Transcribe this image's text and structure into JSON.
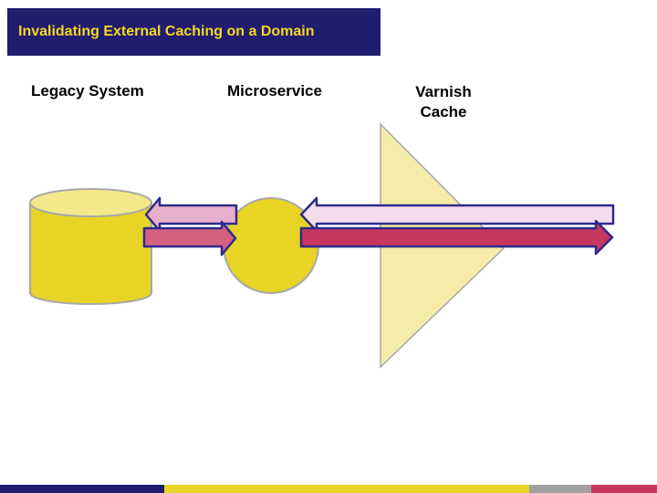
{
  "title": "Invalidating External Caching on a Domain",
  "labels": {
    "legacy": "Legacy System",
    "microservice": "Microservice",
    "varnish_line1": "Varnish",
    "varnish_line2": "Cache"
  },
  "colors": {
    "title_bg": "#201c6e",
    "title_text": "#f5d823",
    "db_fill": "#e8d424",
    "db_stroke": "#a8a8a8",
    "db_top": "#f4e98a",
    "circle_fill": "#e8d424",
    "varnish_fill": "#f5ecaa",
    "arrow_left_fill": "#f5dcec",
    "arrow_left_legacy_fill": "#e6b0cc",
    "arrow_right_fill": "#c8375f",
    "arrow_right_legacy_fill": "#d46080",
    "arrow_stroke": "#2e2a8a",
    "footer_navy": "#201c6e",
    "footer_yellow": "#e8d424",
    "footer_gray": "#a0a0a0",
    "footer_pink": "#c8375f"
  },
  "icons": {
    "legacy": "database-cylinder-icon",
    "microservice": "circle-node-icon",
    "varnish": "cache-arrow-shape-icon"
  }
}
